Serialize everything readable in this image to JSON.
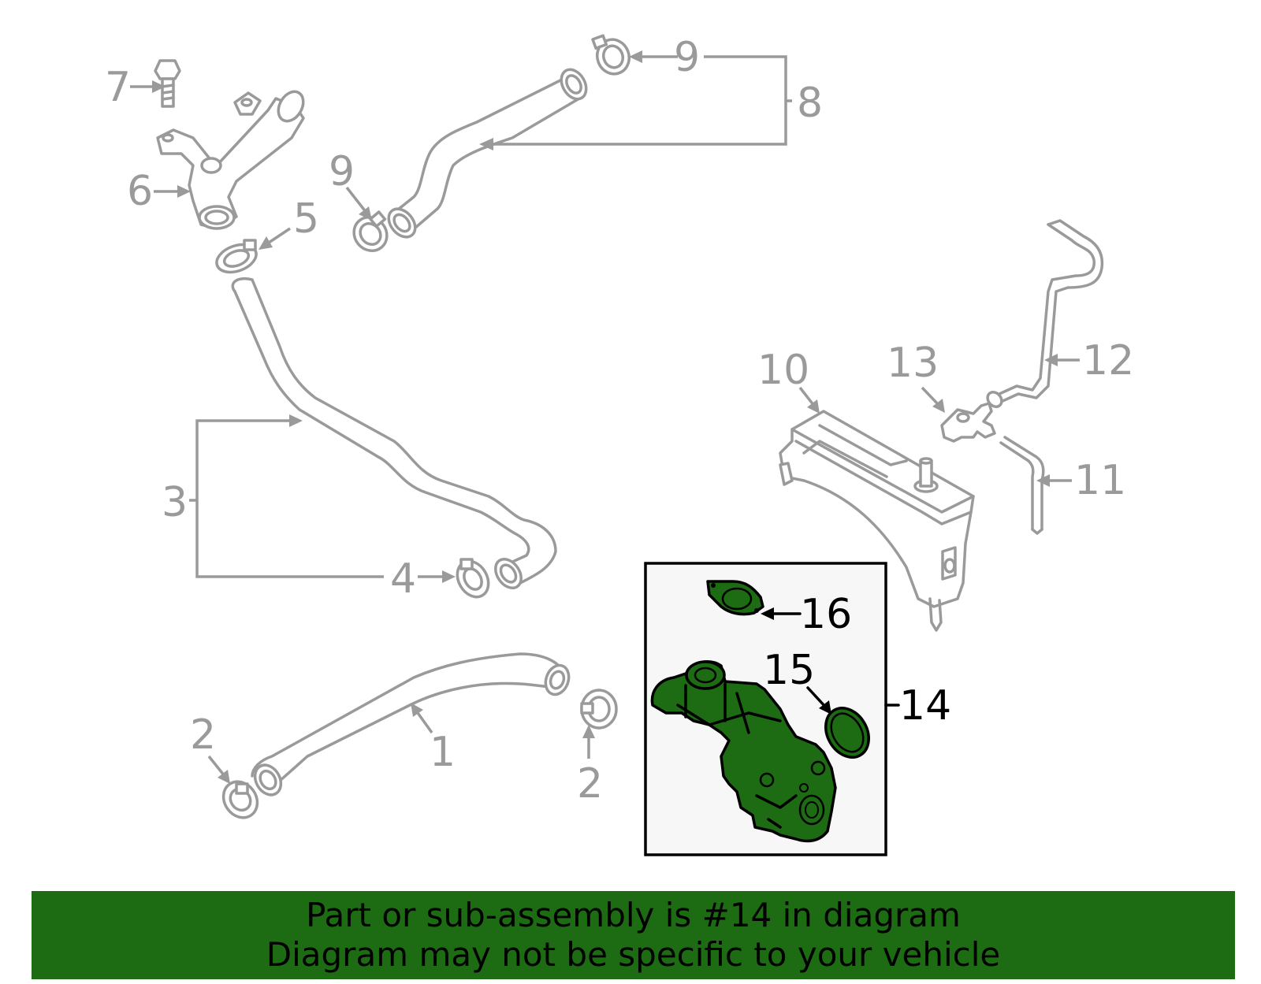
{
  "callouts": {
    "c1": "1",
    "c2a": "2",
    "c2b": "2",
    "c3": "3",
    "c4": "4",
    "c5": "5",
    "c6": "6",
    "c7": "7",
    "c8": "8",
    "c9a": "9",
    "c9b": "9",
    "c10": "10",
    "c11": "11",
    "c12": "12",
    "c13": "13",
    "c14": "14",
    "c15": "15",
    "c16": "16"
  },
  "banner": {
    "line1": "Part or sub-assembly is #14 in diagram",
    "line2": "Diagram may not be specific to your vehicle"
  },
  "colors": {
    "highlight": "#1d6b12",
    "parts_gray": "#9a9a9a",
    "banner_bg": "#1d6b12"
  }
}
